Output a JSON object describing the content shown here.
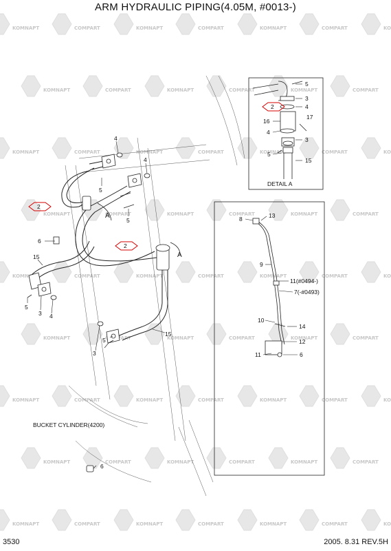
{
  "title": "ARM HYDRAULIC PIPING(4.05M, #0013-)",
  "watermark": {
    "brand_a": "KOMNAPT",
    "brand_b": "COMPART",
    "color": "#9a9a9a"
  },
  "detail_label": "DETAIL  A",
  "view_mark": "A",
  "bucket_cylinder_label": "BUCKET CYLINDER(4200)",
  "callouts": {
    "c1": "4",
    "c2": "4",
    "c3": "5",
    "c4": "2",
    "c5": "5",
    "c6": "A",
    "c7": "6",
    "c8": "2",
    "c9": "15",
    "c10": "A",
    "c11": "5",
    "c12": "4",
    "c13": "3",
    "c14": "3",
    "c15": "5",
    "c16": "15",
    "c17": "6",
    "d1": "5",
    "d2": "3",
    "d3": "2",
    "d4": "4",
    "d5": "16",
    "d6": "17",
    "d7": "4",
    "d8": "3",
    "d9": "5",
    "d10": "15",
    "e1": "8",
    "e2": "13",
    "e3": "9",
    "e4": "11(#0494-)",
    "e5": "7(-#0493)",
    "e6": "10",
    "e7": "14",
    "e8": "12",
    "e9": "11",
    "e10": "6"
  },
  "page_number": "3530",
  "revision": "2005. 8.31 REV.5H",
  "colors": {
    "line": "#222222",
    "hex_highlight": "#d40000"
  }
}
